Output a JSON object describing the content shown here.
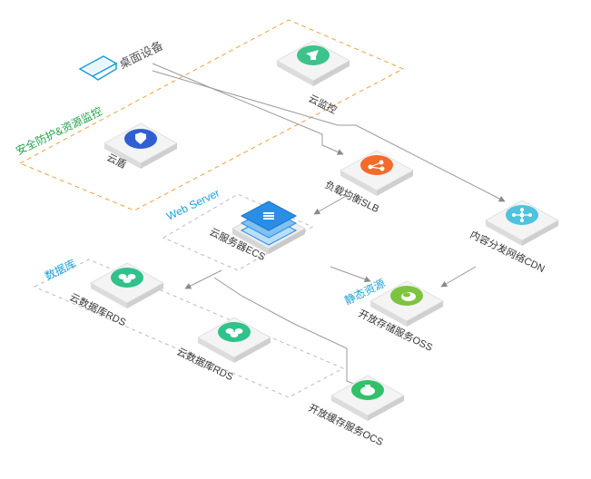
{
  "nodes": {
    "desktop": {
      "label": "桌面设备",
      "icon": "laptop-icon"
    },
    "monitor": {
      "label": "云监控",
      "icon": "cloud-monitor-icon",
      "color": "#3cc38c"
    },
    "shield": {
      "label": "云盾",
      "icon": "shield-icon",
      "color": "#2f5fd0"
    },
    "slb": {
      "label": "负载均衡SLB",
      "icon": "network-share-icon",
      "color": "#f26b2a"
    },
    "ecs": {
      "label": "云服务器ECS",
      "icon": "server-stack-icon",
      "color": "#2b8ee6"
    },
    "cdn": {
      "label": "内容分发网络CDN",
      "icon": "hub-icon",
      "color": "#4fc2de"
    },
    "oss": {
      "label": "开放存储服务OSS",
      "icon": "storage-icon",
      "color": "#7cc43f"
    },
    "rds1": {
      "label": "云数据库RDS",
      "icon": "database-icon",
      "color": "#2fc28a"
    },
    "rds2": {
      "label": "云数据库RDS",
      "icon": "database-icon",
      "color": "#2fc28a"
    },
    "ocs": {
      "label": "开放缓存服务OCS",
      "icon": "cache-icon",
      "color": "#33c06b"
    }
  },
  "groups": {
    "security": {
      "label": "安全防护&资源监控",
      "border_color": "#f0a040"
    },
    "web_server": {
      "label": "Web Server",
      "border_color": "#bbbbbb"
    },
    "database": {
      "label": "数据库",
      "border_color": "#bbbbbb"
    },
    "static": {
      "label": "静态资源"
    }
  },
  "edges": [
    {
      "from": "desktop",
      "to": "slb"
    },
    {
      "from": "desktop",
      "to": "cdn"
    },
    {
      "from": "slb",
      "to": "ecs"
    },
    {
      "from": "ecs",
      "to": "oss"
    },
    {
      "from": "ecs",
      "to": "rds1"
    },
    {
      "from": "ecs",
      "to": "ocs"
    },
    {
      "from": "cdn",
      "to": "oss"
    }
  ]
}
